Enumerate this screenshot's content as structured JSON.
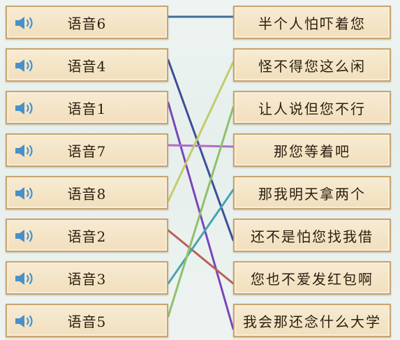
{
  "voices": [
    "语音6",
    "语音4",
    "语音1",
    "语音7",
    "语音8",
    "语音2",
    "语音3",
    "语音5"
  ],
  "phrases": [
    "半个人怕吓着您",
    "怪不得您这么闲",
    "让人说但您不行",
    "那您等着吧",
    "那我明天拿两个",
    "还不是怕您找我借",
    "您也不爱发红包啊",
    "我会那还念什么大学"
  ],
  "icons": {
    "voice": "speaker-icon"
  },
  "colors": {
    "card_bg": "#f4e4c4",
    "card_border": "#c9a46f",
    "speaker": "#4a90c8",
    "text": "#2c1d0f"
  },
  "connections": [
    {
      "from": "语音6",
      "to": "半个人怕吓着您",
      "color": "#3f6f96"
    },
    {
      "from": "语音4",
      "to": "还不是怕您找我借",
      "color": "#3c4f96"
    },
    {
      "from": "语音1",
      "to": "我会那还念什么大学",
      "color": "#7a45b8"
    },
    {
      "from": "语音7",
      "to": "那您等着吧",
      "color": "#b06bc8"
    },
    {
      "from": "语音8",
      "to": "怪不得您这么闲",
      "color": "#c2cc6a"
    },
    {
      "from": "语音2",
      "to": "您也不爱发红包啊",
      "color": "#b8605a"
    },
    {
      "from": "语音3",
      "to": "那我明天拿两个",
      "color": "#4aa3b0"
    },
    {
      "from": "语音5",
      "to": "让人说但您不行",
      "color": "#8fc06a"
    }
  ]
}
